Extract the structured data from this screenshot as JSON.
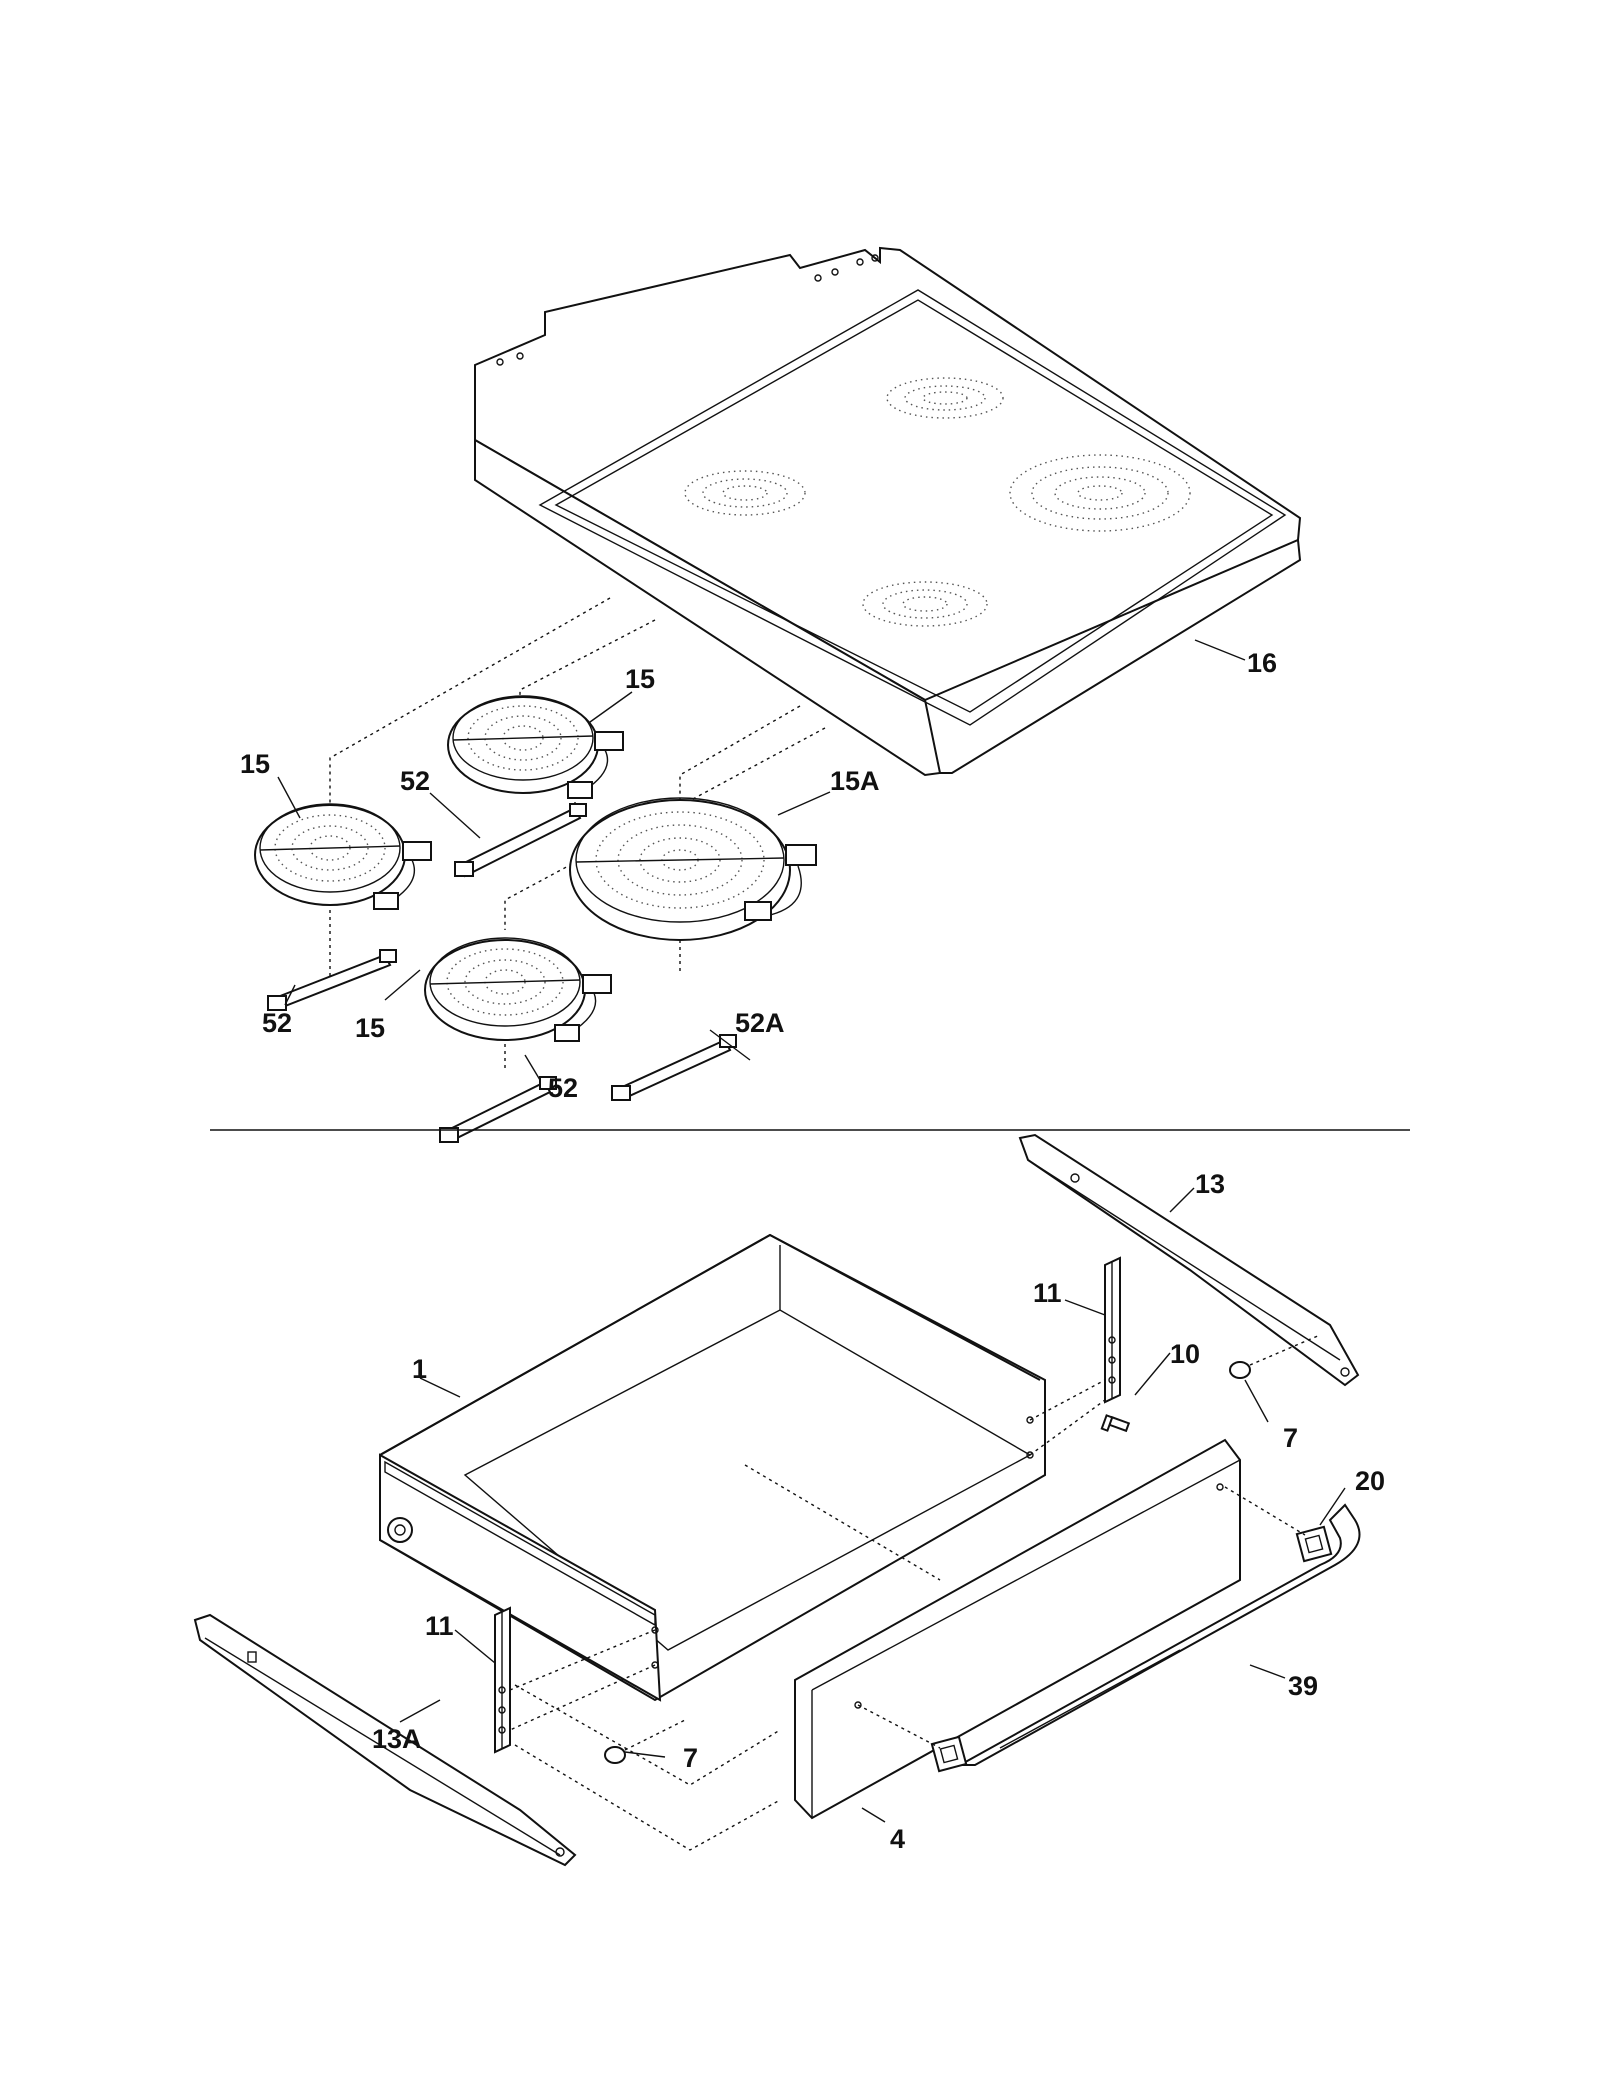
{
  "diagram": {
    "callouts": {
      "c16": "16",
      "c15_top": "15",
      "c15_left": "15",
      "c15_bottom": "15",
      "c15A": "15A",
      "c52_upper": "52",
      "c52_left": "52",
      "c52_bottom": "52",
      "c52A": "52A",
      "c13": "13",
      "c13A": "13A",
      "c11_right": "11",
      "c11_left": "11",
      "c10": "10",
      "c7_right": "7",
      "c7_left": "7",
      "c20": "20",
      "c1": "1",
      "c39": "39",
      "c4": "4"
    }
  }
}
